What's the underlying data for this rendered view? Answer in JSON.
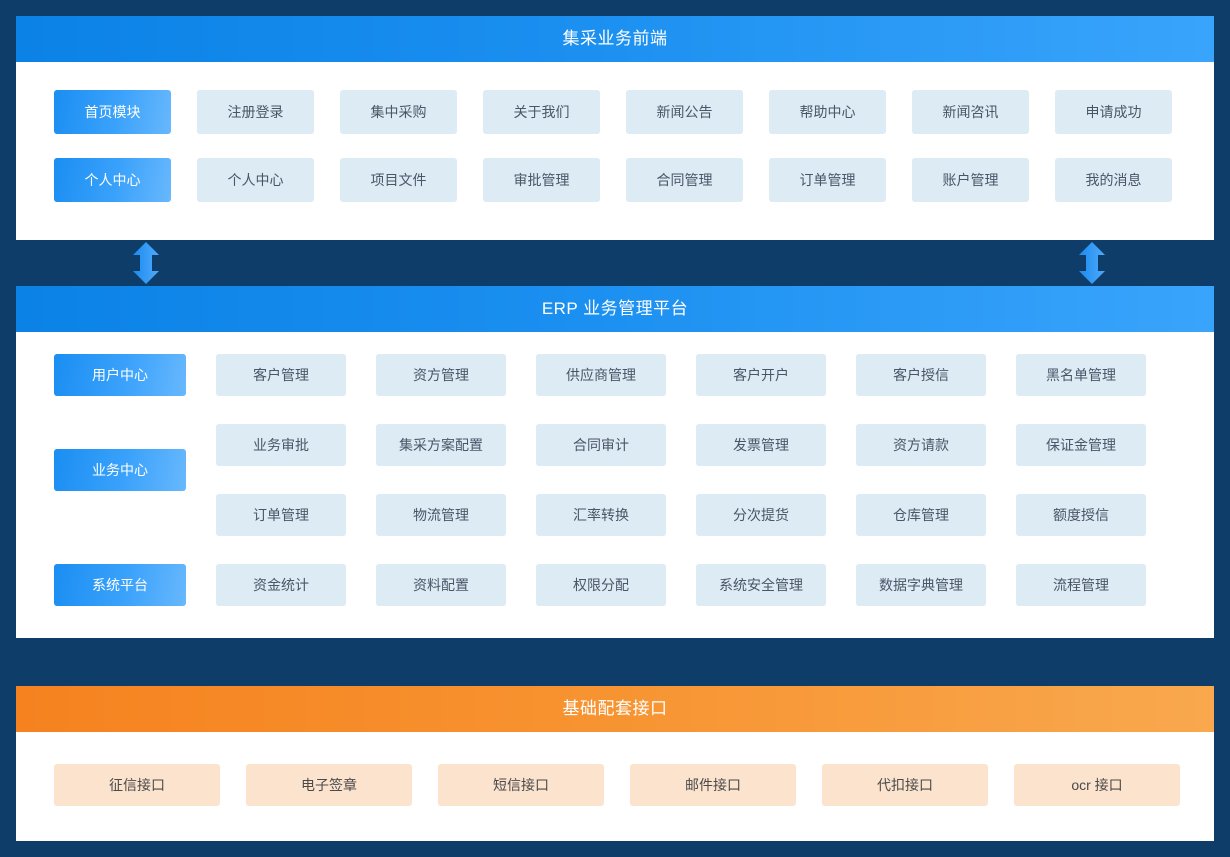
{
  "theme": {
    "page_background": "#0d3d68",
    "panel_background": "#ffffff",
    "header_blue": "#1a8ff0",
    "header_orange": "#f7922f",
    "chip_blue": "#d9e9f2",
    "chip_active": "#3ba2fb",
    "chip_peach": "#fbe3cd",
    "arrow_color": "#2b95f5"
  },
  "front": {
    "title": "集采业务前端",
    "rows": [
      [
        {
          "label": "首页模块",
          "style": "active"
        },
        {
          "label": "注册登录",
          "style": "light"
        },
        {
          "label": "集中采购",
          "style": "light"
        },
        {
          "label": "关于我们",
          "style": "light"
        },
        {
          "label": "新闻公告",
          "style": "light"
        },
        {
          "label": "帮助中心",
          "style": "light"
        },
        {
          "label": "新闻咨讯",
          "style": "light"
        },
        {
          "label": "申请成功",
          "style": "light"
        }
      ],
      [
        {
          "label": "个人中心",
          "style": "active"
        },
        {
          "label": "个人中心",
          "style": "light"
        },
        {
          "label": "项目文件",
          "style": "light"
        },
        {
          "label": "审批管理",
          "style": "light"
        },
        {
          "label": "合同管理",
          "style": "light"
        },
        {
          "label": "订单管理",
          "style": "light"
        },
        {
          "label": "账户管理",
          "style": "light"
        },
        {
          "label": "我的消息",
          "style": "light"
        }
      ]
    ]
  },
  "connectors": [
    {
      "name": "front-to-erp-left",
      "type": "double-arrow-vertical"
    },
    {
      "name": "front-to-erp-right",
      "type": "double-arrow-vertical"
    }
  ],
  "erp": {
    "title": "ERP 业务管理平台",
    "side_labels": [
      {
        "label": "用户中心",
        "style": "active"
      },
      {
        "label": "业务中心",
        "style": "active"
      },
      {
        "label": "系统平台",
        "style": "active"
      }
    ],
    "rows": [
      [
        {
          "label": "客户管理",
          "style": "light"
        },
        {
          "label": "资方管理",
          "style": "light"
        },
        {
          "label": "供应商管理",
          "style": "light"
        },
        {
          "label": "客户开户",
          "style": "light"
        },
        {
          "label": "客户授信",
          "style": "light"
        },
        {
          "label": "黑名单管理",
          "style": "light"
        }
      ],
      [
        {
          "label": "业务审批",
          "style": "light"
        },
        {
          "label": "集采方案配置",
          "style": "light"
        },
        {
          "label": "合同审计",
          "style": "light"
        },
        {
          "label": "发票管理",
          "style": "light"
        },
        {
          "label": "资方请款",
          "style": "light"
        },
        {
          "label": "保证金管理",
          "style": "light"
        }
      ],
      [
        {
          "label": "订单管理",
          "style": "light"
        },
        {
          "label": "物流管理",
          "style": "light"
        },
        {
          "label": "汇率转换",
          "style": "light"
        },
        {
          "label": "分次提货",
          "style": "light"
        },
        {
          "label": "仓库管理",
          "style": "light"
        },
        {
          "label": "额度授信",
          "style": "light"
        }
      ],
      [
        {
          "label": "资金统计",
          "style": "light"
        },
        {
          "label": "资料配置",
          "style": "light"
        },
        {
          "label": "权限分配",
          "style": "light"
        },
        {
          "label": "系统安全管理",
          "style": "light"
        },
        {
          "label": "数据字典管理",
          "style": "light"
        },
        {
          "label": "流程管理",
          "style": "light"
        }
      ]
    ]
  },
  "base": {
    "title": "基础配套接口",
    "items": [
      {
        "label": "征信接口",
        "style": "peach"
      },
      {
        "label": "电子签章",
        "style": "peach"
      },
      {
        "label": "短信接口",
        "style": "peach"
      },
      {
        "label": "邮件接口",
        "style": "peach"
      },
      {
        "label": "代扣接口",
        "style": "peach"
      },
      {
        "label": "ocr 接口",
        "style": "peach"
      }
    ]
  }
}
